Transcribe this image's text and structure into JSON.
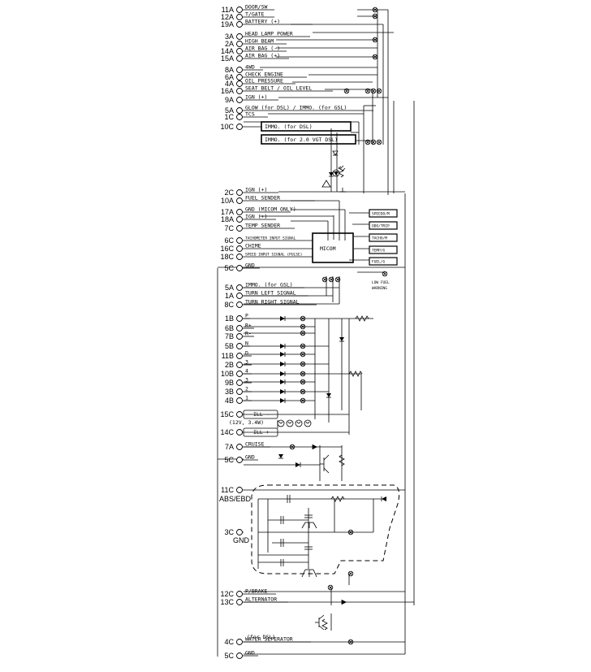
{
  "left_pins": [
    {
      "pin": "11A",
      "label": "DOOR/SW"
    },
    {
      "pin": "12A",
      "label": "T/GATE"
    },
    {
      "pin": "19A",
      "label": "BATTERY (+)"
    },
    {
      "pin": "3A",
      "label": "HEAD LAMP POWER"
    },
    {
      "pin": "2A",
      "label": "HIGH BEAM"
    },
    {
      "pin": "14A",
      "label": "AIR BAG (-)"
    },
    {
      "pin": "15A",
      "label": "AIR BAG (+)"
    },
    {
      "pin": "8A",
      "label": "4WD"
    },
    {
      "pin": "6A",
      "label": "CHECK ENGINE"
    },
    {
      "pin": "4A",
      "label": "OIL PRESSURE"
    },
    {
      "pin": "16A",
      "label": "SEAT BELT / OIL LEVEL"
    },
    {
      "pin": "9A",
      "label": "IGN (+)"
    },
    {
      "pin": "5A",
      "label": "GLOW (for DSL) / IMMO. (for GSL)"
    },
    {
      "pin": "1C",
      "label": "TCS"
    },
    {
      "pin": "10C",
      "label": ""
    },
    {
      "pin": "2C",
      "label": "IGN (+)"
    },
    {
      "pin": "10A",
      "label": "FUEL SENDER"
    },
    {
      "pin": "17A",
      "label": "GND (MICOM ONLY)"
    },
    {
      "pin": "18A",
      "label": "IGN (+)"
    },
    {
      "pin": "7C",
      "label": "TEMP SENDER"
    },
    {
      "pin": "6C",
      "label": "TACHOMETER INPUT SIGNAL"
    },
    {
      "pin": "16C",
      "label": "CHIME"
    },
    {
      "pin": "18C",
      "label": "SPEED INPUT SIGNAL (PULSE)"
    },
    {
      "pin": "5C",
      "label": "GND"
    },
    {
      "pin": "5A",
      "label": "IMMO. (for GSL)"
    },
    {
      "pin": "1A",
      "label": "TURN LEFT SIGNAL"
    },
    {
      "pin": "8C",
      "label": "TURN RIGHT SIGNAL"
    },
    {
      "pin": "1B",
      "label": "P"
    },
    {
      "pin": "6B",
      "label": "R+"
    },
    {
      "pin": "7B",
      "label": "R-"
    },
    {
      "pin": "5B",
      "label": "N"
    },
    {
      "pin": "11B",
      "label": "D"
    },
    {
      "pin": "2B",
      "label": "3"
    },
    {
      "pin": "10B",
      "label": "4"
    },
    {
      "pin": "9B",
      "label": "3"
    },
    {
      "pin": "3B",
      "label": "2"
    },
    {
      "pin": "4B",
      "label": "1"
    },
    {
      "pin": "15C",
      "label": ""
    },
    {
      "pin": "14C",
      "label": ""
    },
    {
      "pin": "7A",
      "label": "CRUISE"
    },
    {
      "pin": "5C",
      "label": "GND"
    },
    {
      "pin": "11C",
      "label": ""
    },
    {
      "pin": "3C",
      "label": ""
    },
    {
      "pin": "12C",
      "label": "P/BRAKE"
    },
    {
      "pin": "13C",
      "label": "ALTERNATOR"
    },
    {
      "pin": "4C",
      "label": "WATER SEPERATOR"
    },
    {
      "pin": "5C",
      "label": "GND"
    }
  ],
  "boxes": {
    "immo_dsl": "IMMO. (for DSL)",
    "immo_vgt": "IMMO. (for 2.0 VGT DSL)",
    "micom": "MICOM",
    "ill_minus": "ILL -",
    "ill_plus": "ILL +"
  },
  "gauges": [
    "SPEEDO/M",
    "ODO/TRIP",
    "TACHO/M",
    "TEMP/G",
    "FUEL/G"
  ],
  "notes": {
    "low_fuel_1": "LOW FUEL",
    "low_fuel_2": "WARNING",
    "ill_rating": "(12V, 3.4W)",
    "water_sep_sub": "(for DSL)",
    "abs_ebd": "ABS/EBD",
    "gnd_3c": "GND"
  }
}
